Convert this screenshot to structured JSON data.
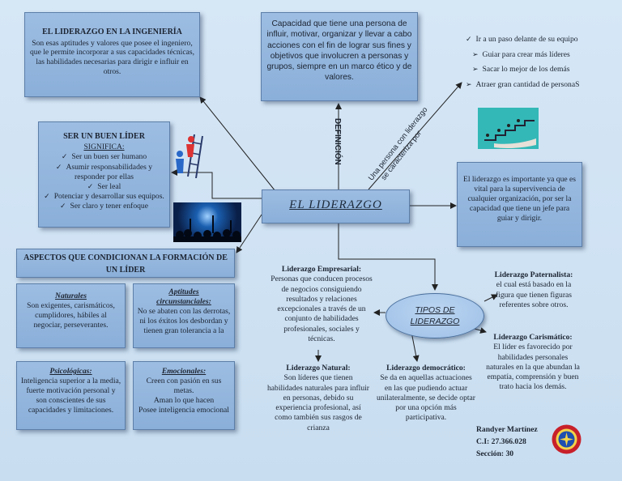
{
  "center": {
    "title": "EL LIDERAZGO"
  },
  "ingenieria": {
    "title": "EL LIDERAZGO EN LA INGENIERÍA",
    "body": "Son esas aptitudes y valores que  posee el ingeniero, que le permite incorporar a sus capacidades técnicas, las habilidades necesarias para dirigir e influir en otros."
  },
  "definition": {
    "text": "Capacidad que tiene una persona de influir, motivar, organizar y llevar a cabo acciones con el fin de lograr sus fines y objetivos que involucren a personas y grupos, siempre en un marco ético y de valores.",
    "connector": "DEFINICIÓN"
  },
  "persona": {
    "connector_line1": "Una persona con liderazgo",
    "connector_line2": "se caracteriza por",
    "items": [
      "Ir  a un paso delante de su equipo",
      "Guiar para crear más líderes",
      "Sacar lo mejor de los demás",
      "Atraer gran cantidad de personaS"
    ]
  },
  "buen_lider": {
    "title_line1": "SER UN BUEN LÍDER",
    "title_line2": "SIGNIFICA:",
    "items": [
      "Ser un buen ser humano",
      "Asumir responsabilidades y responder por ellas",
      "Ser leal",
      "Potenciar y desarrollar sus equipos.",
      "Ser claro y tener enfoque"
    ]
  },
  "importance": {
    "text": "El liderazgo es importante ya que es vital para la supervivencia de cualquier organización, por ser la capacidad que tiene un jefe para guiar y dirigir."
  },
  "aspectos": {
    "title": "ASPECTOS QUE CONDICIONAN LA FORMACIÓN DE UN LÍDER"
  },
  "naturales": {
    "title": "Naturales",
    "body": "Son exigentes, carismáticos, cumplidores, hábiles al negociar, perseverantes."
  },
  "aptitudes": {
    "title_line1": "Aptitudes",
    "title_line2": "circunstanciales:",
    "body": "No se abaten con las derrotas, ni los éxitos los desbordan y tienen gran tolerancia a la"
  },
  "psicologicas": {
    "title": "Psicológicas:",
    "body": "Inteligencia superior a la media, fuerte motivación personal y son conscientes de sus capacidades y limitaciones."
  },
  "emocionales": {
    "title": "Emocionales:",
    "line1": "Creen con pasión en sus metas.",
    "line2": "Aman lo que hacen",
    "line3": "Posee inteligencia emocional"
  },
  "tipos": {
    "title": "TIPOS DE LIDERAZGO"
  },
  "empresarial": {
    "title": "Liderazgo Empresarial:",
    "body": "Personas que conducen procesos de negocios consiguiendo resultados y relaciones excepcionales a través de un conjunto de habilidades profesionales, sociales y técnicas."
  },
  "natural": {
    "title": "Liderazgo Natural:",
    "body": "Son líderes que tienen habilidades naturales para influir en personas, debido su experiencia profesional, así como también sus rasgos de crianza"
  },
  "democratico": {
    "title": "Liderazgo democrático:",
    "body": "Se da en aquellas actuaciones en las que pudiendo actuar unilateralmente, se decide optar por una opción más participativa."
  },
  "paternalista": {
    "title": "Liderazgo Paternalista:",
    "body": "el cual está basado en la figura que tienen figuras referentes sobre otros."
  },
  "carismatico": {
    "title": "Liderazgo Carismático:",
    "body": "El líder es favorecido por habilidades personales naturales en la que abundan la empatía, comprensión  y buen trato hacia los demás."
  },
  "author": {
    "name": "Randyer Martínez",
    "ci": "C.I: 27.366.028",
    "section": "Sección: 30"
  },
  "colors": {
    "box": "#8fb3dc",
    "ellipse": "#a7c6ea",
    "background": "#cfe2f3"
  }
}
